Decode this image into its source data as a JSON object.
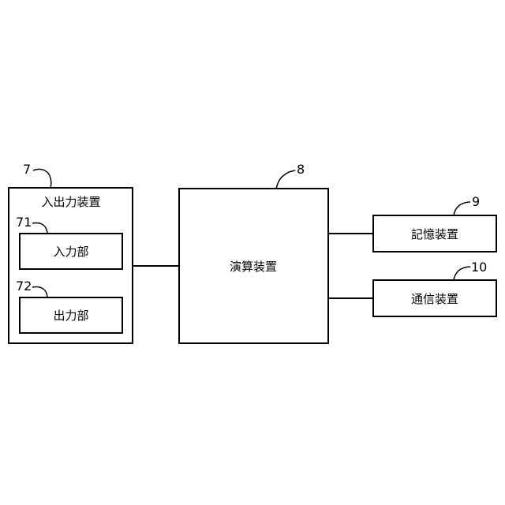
{
  "io_device": {
    "ref": "7",
    "label": "入出力装置"
  },
  "input_unit": {
    "ref": "71",
    "label": "入力部"
  },
  "output_unit": {
    "ref": "72",
    "label": "出力部"
  },
  "processor": {
    "ref": "8",
    "label": "演算装置"
  },
  "storage": {
    "ref": "9",
    "label": "記憶装置"
  },
  "communication": {
    "ref": "10",
    "label": "通信装置"
  }
}
